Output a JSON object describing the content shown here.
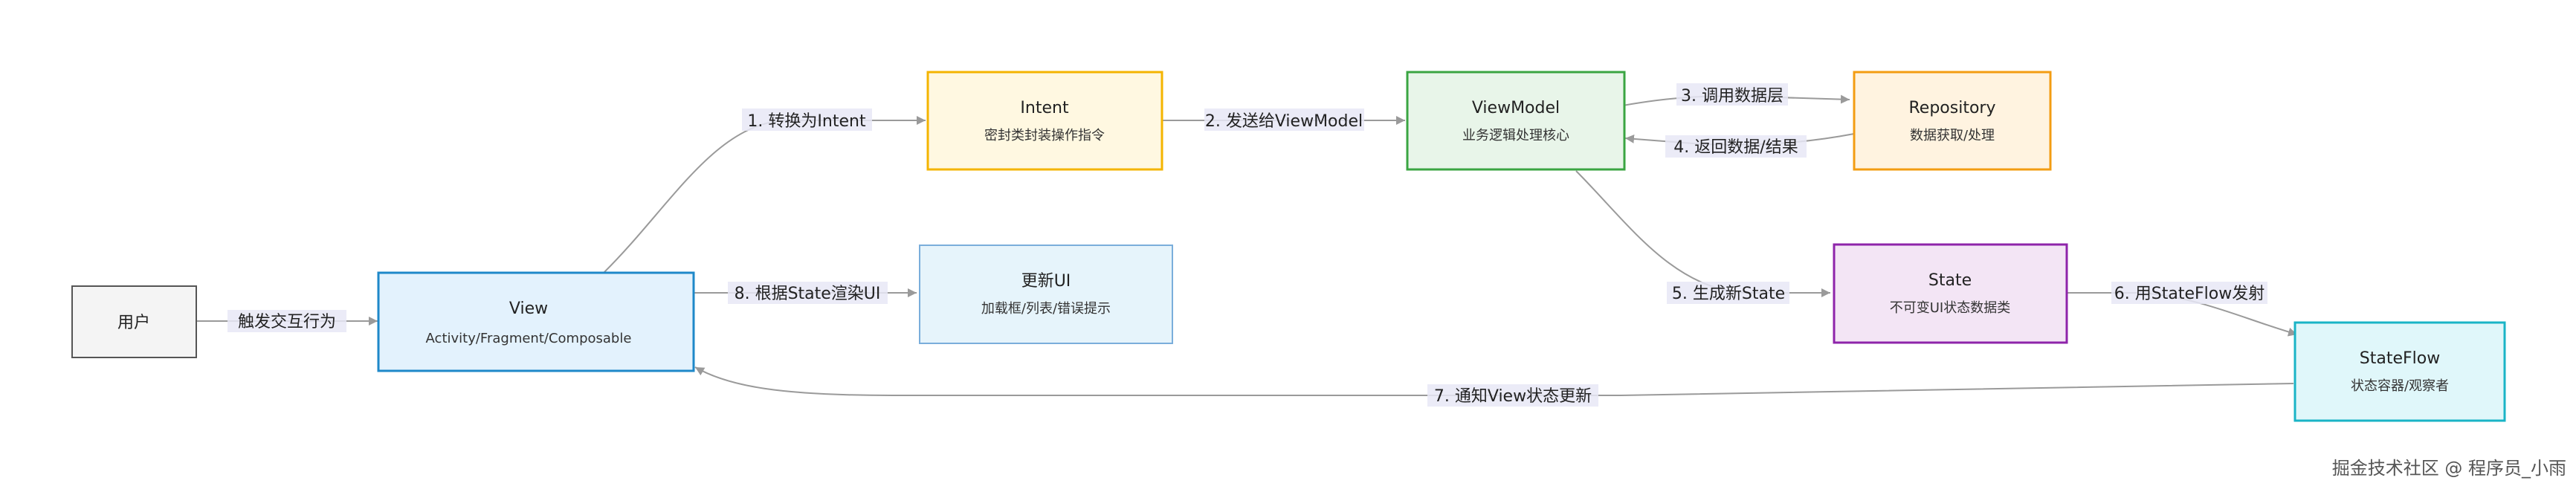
{
  "nodes": {
    "user": {
      "title": "用户",
      "fill": "#f4f4f4",
      "stroke": "#555555"
    },
    "view": {
      "title": "View",
      "sub": "Activity/Fragment/Composable",
      "fill": "#e3f2fd",
      "stroke": "#1e88c9"
    },
    "intent": {
      "title": "Intent",
      "sub": "密封类封装操作指令",
      "fill": "#fff8e1",
      "stroke": "#f4b400"
    },
    "viewmodel": {
      "title": "ViewModel",
      "sub": "业务逻辑处理核心",
      "fill": "#e8f5e9",
      "stroke": "#3aa542"
    },
    "repository": {
      "title": "Repository",
      "sub": "数据获取/处理",
      "fill": "#fff3e0",
      "stroke": "#f39c12"
    },
    "update_ui": {
      "title": "更新UI",
      "sub": "加载框/列表/错误提示",
      "fill": "#e6f4fb",
      "stroke": "#7aaedb"
    },
    "state": {
      "title": "State",
      "sub": "不可变UI状态数据类",
      "fill": "#f3e5f5",
      "stroke": "#8e24aa"
    },
    "stateflow": {
      "title": "StateFlow",
      "sub": "状态容器/观察者",
      "fill": "#e0f7fa",
      "stroke": "#1ab4c6"
    }
  },
  "edges": {
    "user_view": "触发交互行为",
    "view_intent": "1. 转换为Intent",
    "intent_viewmodel": "2. 发送给ViewModel",
    "viewmodel_repository": "3. 调用数据层",
    "repository_viewmodel": "4. 返回数据/结果",
    "viewmodel_state": "5. 生成新State",
    "state_stateflow": "6. 用StateFlow发射",
    "stateflow_view": "7. 通知View状态更新",
    "view_updateui": "8. 根据State渲染UI"
  },
  "watermark": "掘金技术社区 @ 程序员_小雨",
  "colors": {
    "edge": "#9a9a9a",
    "label_bg": "#e8e8f6"
  }
}
